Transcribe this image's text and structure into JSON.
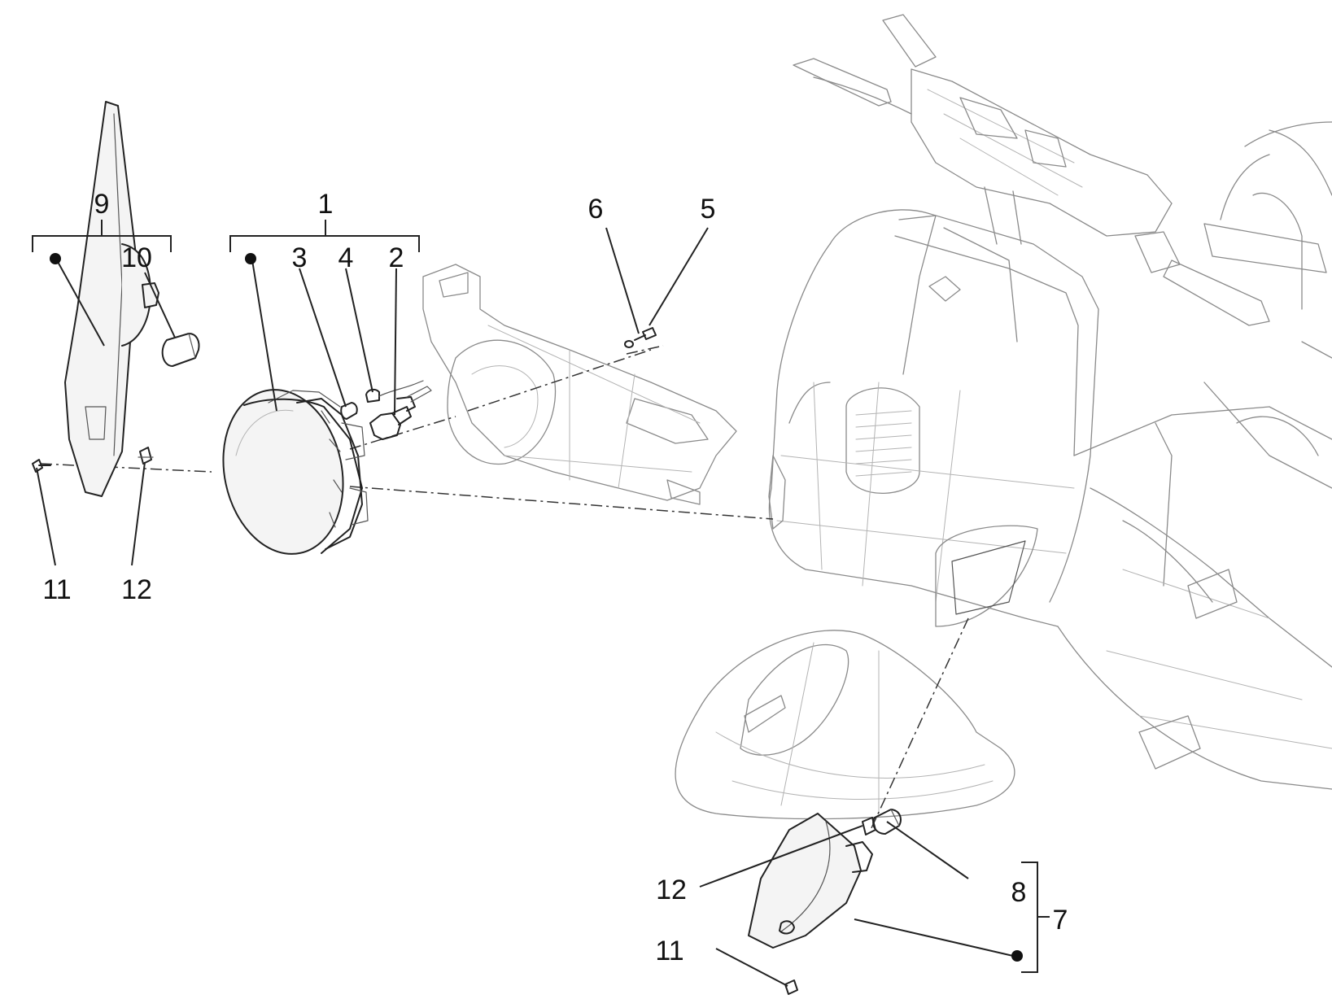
{
  "diagram": {
    "callouts": {
      "c1": "1",
      "c2": "2",
      "c3": "3",
      "c4": "4",
      "c5": "5",
      "c6": "6",
      "c7": "7",
      "c8": "8",
      "c9": "9",
      "c10": "10",
      "c11_left": "11",
      "c12_left": "12",
      "c12_right": "12",
      "c11_right": "11"
    },
    "colors": {
      "ink": "#222222",
      "ghost_outline": "#8a8a8a",
      "background": "#ffffff"
    }
  }
}
